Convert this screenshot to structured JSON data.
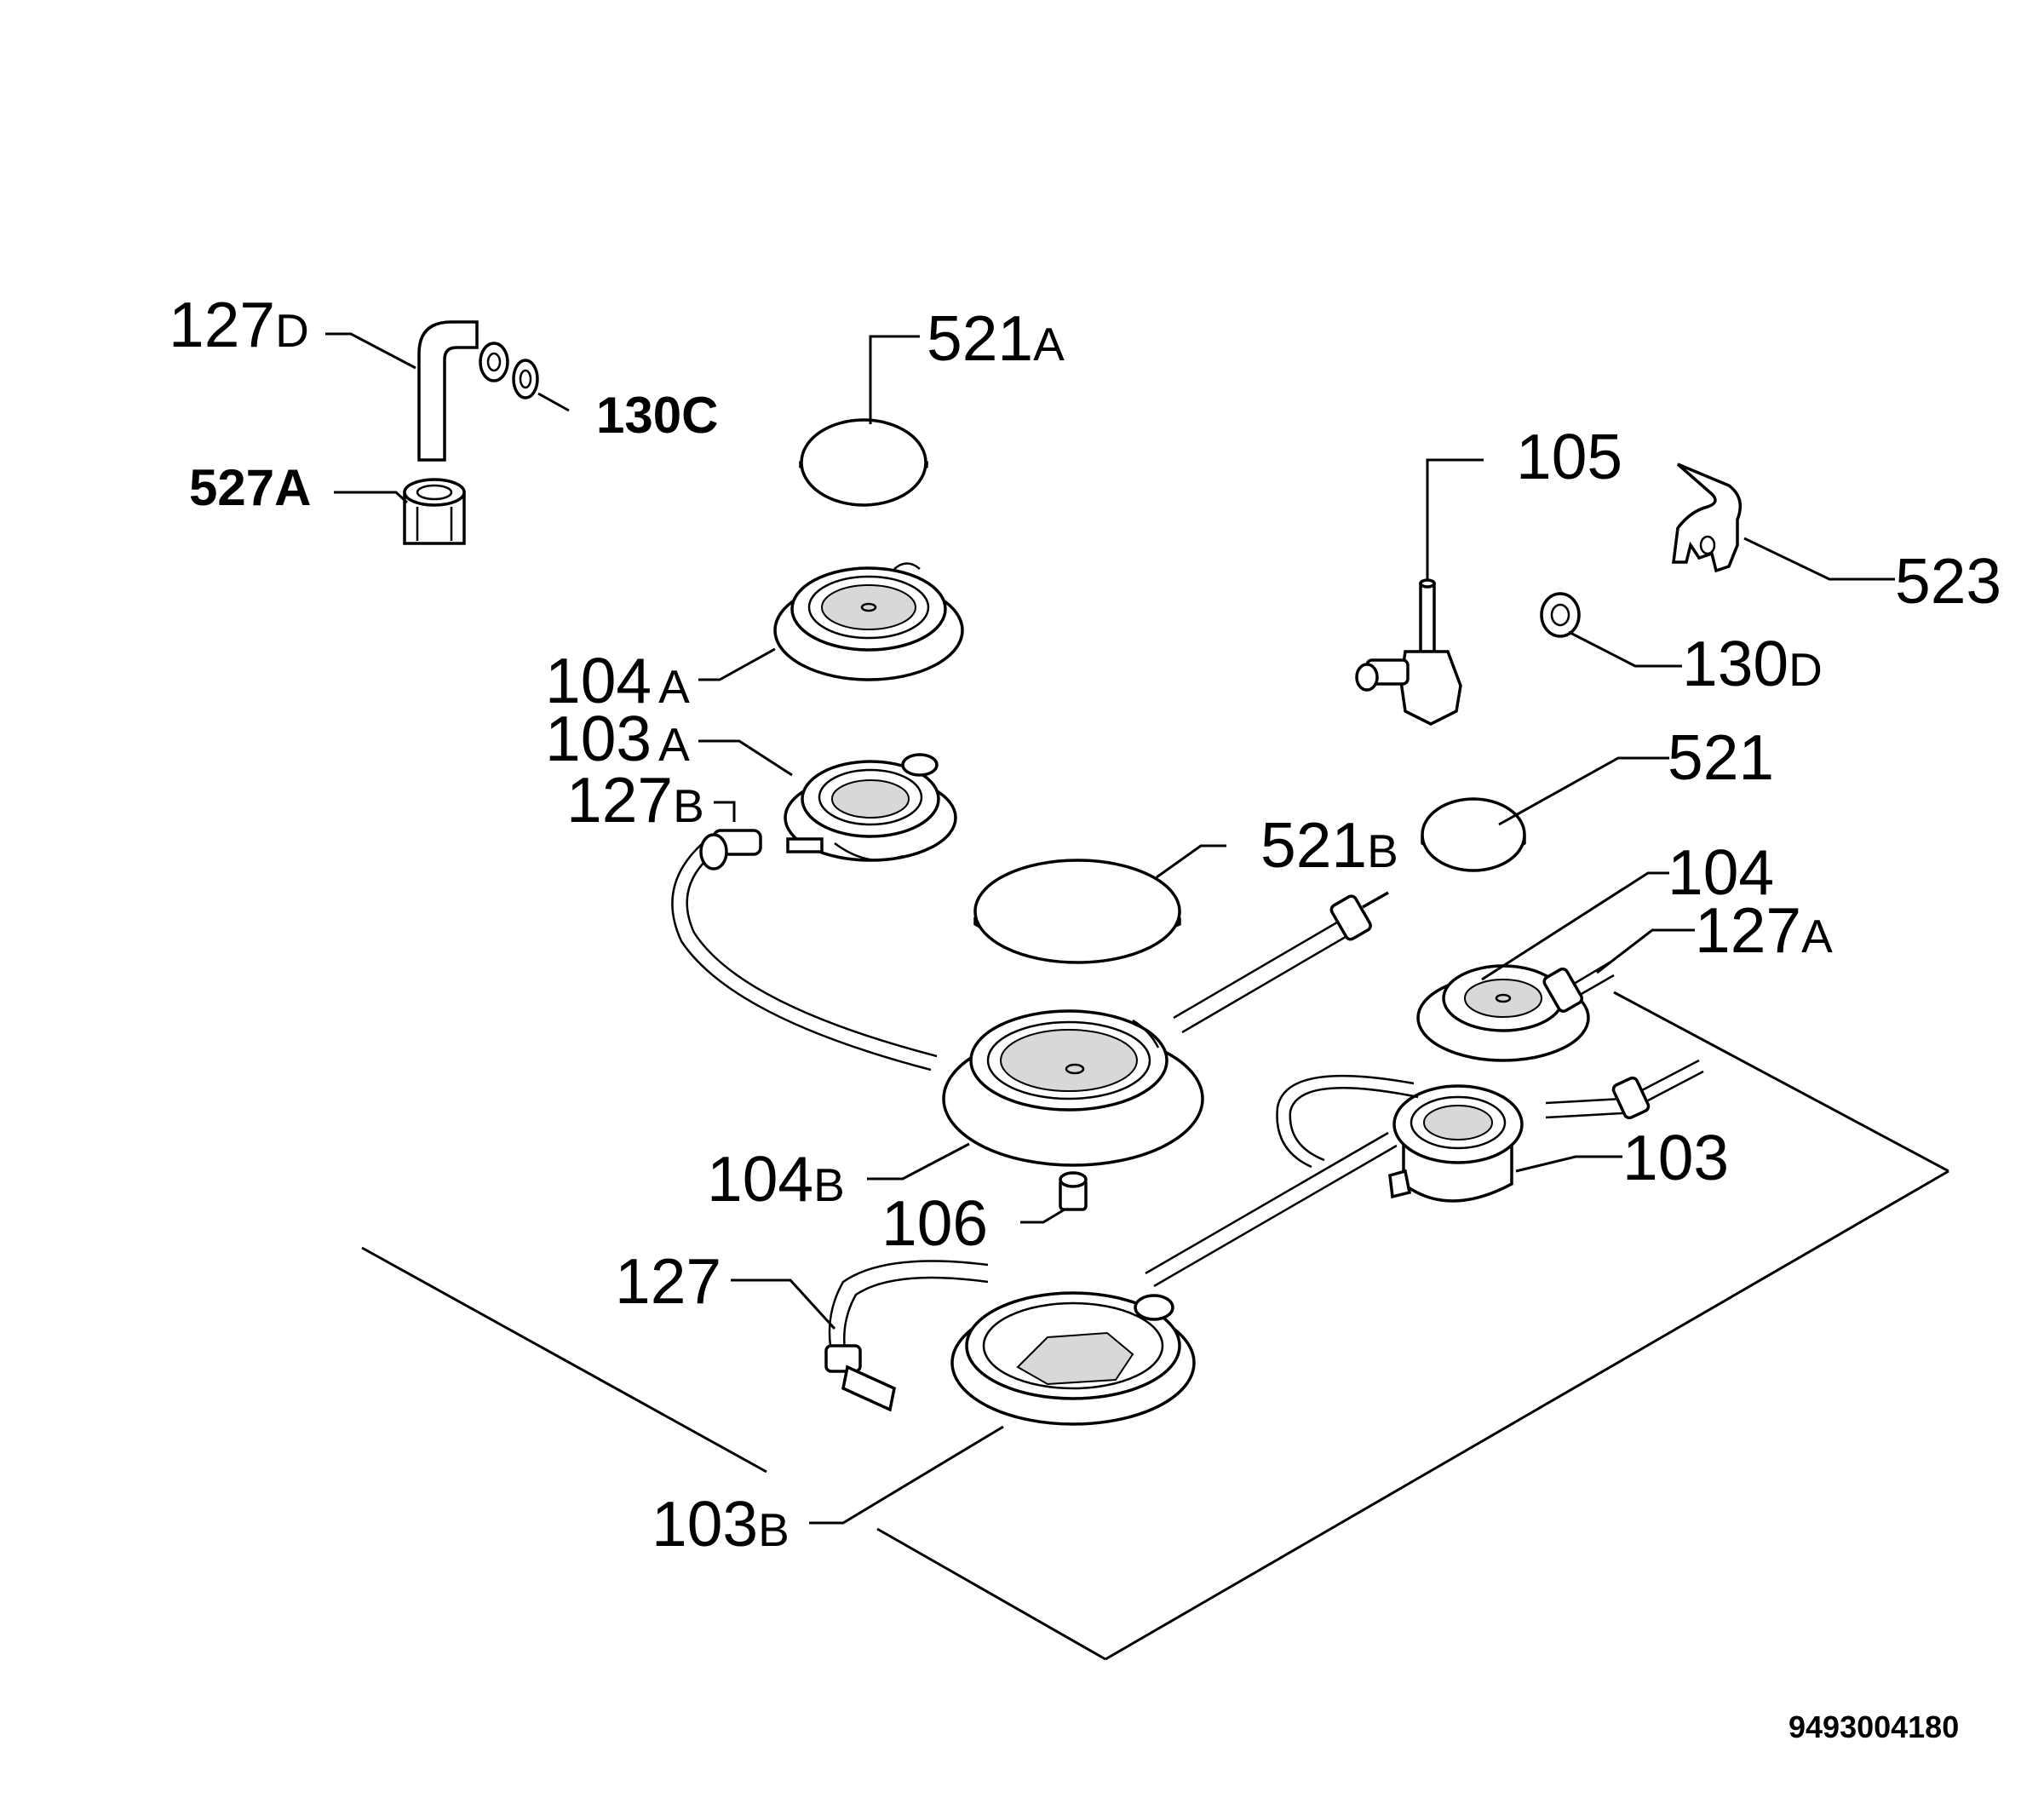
{
  "labels": {
    "p127D": {
      "num": "127",
      "suf": "D"
    },
    "p130C": "130C",
    "p527A": "527A",
    "p521A": {
      "num": "521",
      "suf": "A"
    },
    "p105": {
      "num": "105",
      "suf": ""
    },
    "p523": {
      "num": "523",
      "suf": ""
    },
    "p104A": {
      "num": "104",
      "suf": "A"
    },
    "p130D": {
      "num": "130",
      "suf": "D"
    },
    "p103A": {
      "num": "103",
      "suf": "A"
    },
    "p127B": {
      "num": "127",
      "suf": "B"
    },
    "p521": {
      "num": "521",
      "suf": ""
    },
    "p521B": {
      "num": "521",
      "suf": "B"
    },
    "p104": {
      "num": "104",
      "suf": ""
    },
    "p127A": {
      "num": "127",
      "suf": "A"
    },
    "p103": {
      "num": "103",
      "suf": ""
    },
    "p104B": {
      "num": "104",
      "suf": "B"
    },
    "p106": {
      "num": "106",
      "suf": ""
    },
    "p127": {
      "num": "127",
      "suf": ""
    },
    "p103B": {
      "num": "103",
      "suf": "B"
    }
  },
  "doc_number": "9493004180"
}
